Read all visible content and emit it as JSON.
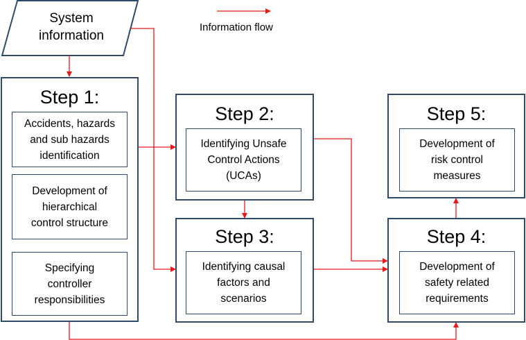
{
  "system_info": {
    "label": "System\ninformation"
  },
  "legend": {
    "label": "Information flow"
  },
  "step1": {
    "title": "Step 1:",
    "items": [
      "Accidents, hazards\nand sub hazards\nidentification",
      "Development of\nhierarchical\ncontrol structure",
      "Specifying\ncontroller\nresponsibilities"
    ]
  },
  "step2": {
    "title": "Step 2:",
    "item": "Identifying Unsafe\nControl Actions\n(UCAs)"
  },
  "step3": {
    "title": "Step 3:",
    "item": "Identifying causal\nfactors and\nscenarios"
  },
  "step4": {
    "title": "Step 4:",
    "item": "Development of\nsafety related\nrequirements"
  },
  "step5": {
    "title": "Step 5:",
    "item": "Development of\nrisk control\nmeasures"
  },
  "colors": {
    "box_border": "#2e4a6b",
    "arrow": "#e8191a"
  }
}
